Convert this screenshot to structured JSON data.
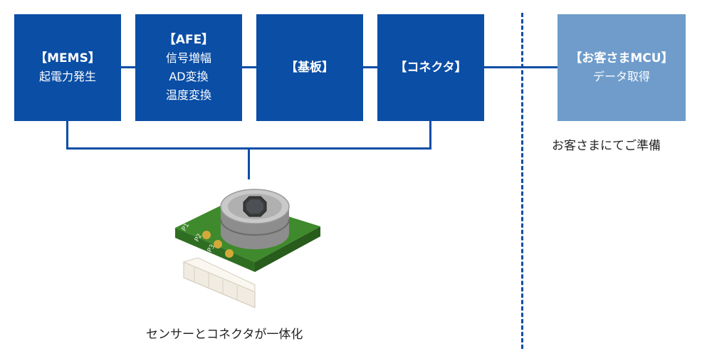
{
  "blocks": {
    "mems": {
      "title": "【MEMS】",
      "lines": [
        "起電力発生"
      ]
    },
    "afe": {
      "title": "【AFE】",
      "lines": [
        "信号増幅",
        "AD変換",
        "温度変換"
      ]
    },
    "board": {
      "title": "【基板】"
    },
    "connector": {
      "title": "【コネクタ】"
    },
    "customer_mcu": {
      "title": "【お客さまMCU】",
      "lines": [
        "データ取得"
      ]
    }
  },
  "captions": {
    "customer_note": "お客さまにてご準備",
    "sensor_note": "センサーとコネクタが一体化"
  },
  "sensor_image": {
    "pin_labels": [
      "P1",
      "P2",
      "P3"
    ]
  },
  "colors": {
    "block_blue": "#0a4ea6",
    "customer_block": "#6f9ccb",
    "pcb_green": "#3f8a2c"
  }
}
